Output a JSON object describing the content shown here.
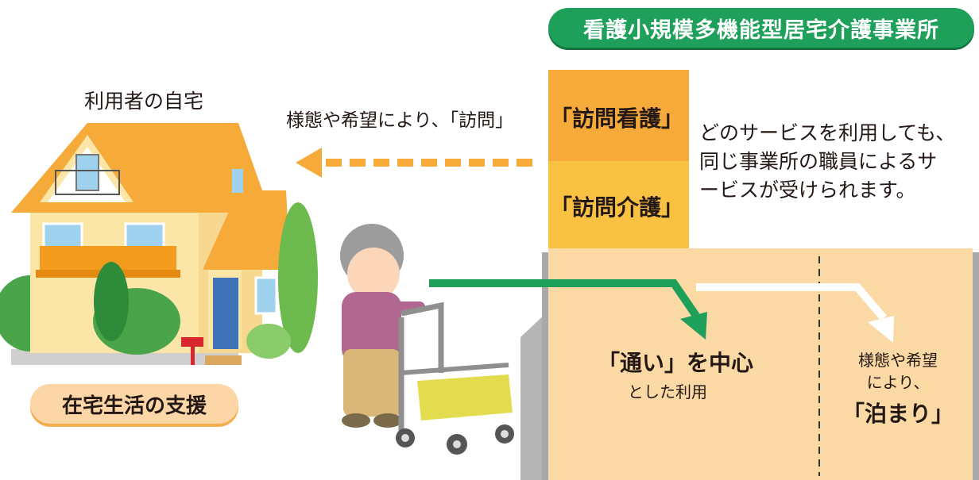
{
  "facility_title": "看護小規模多機能型居宅介護事業所",
  "home_label": "利用者の自宅",
  "visit_note": "様態や希望により、「訪問」",
  "services": {
    "nursing": "「訪問看護」",
    "care": "「訪問介護」"
  },
  "service_description": [
    "どのサービスを利用しても、",
    "同じ事業所の職員によるサ",
    "ービスが受けられます。"
  ],
  "day_use": {
    "main": "「通い」を中心",
    "sub": "とした利用"
  },
  "stay": {
    "line1": "様態や希望",
    "line2": "により、",
    "main": "「泊まり」"
  },
  "support_badge": "在宅生活の支援",
  "colors": {
    "green": "#1ea05a",
    "orange_dark": "#f5aa3a",
    "orange_light": "#f8c142",
    "facility_bg": "#fbd9a4",
    "badge_bg": "#fcd6a6"
  }
}
